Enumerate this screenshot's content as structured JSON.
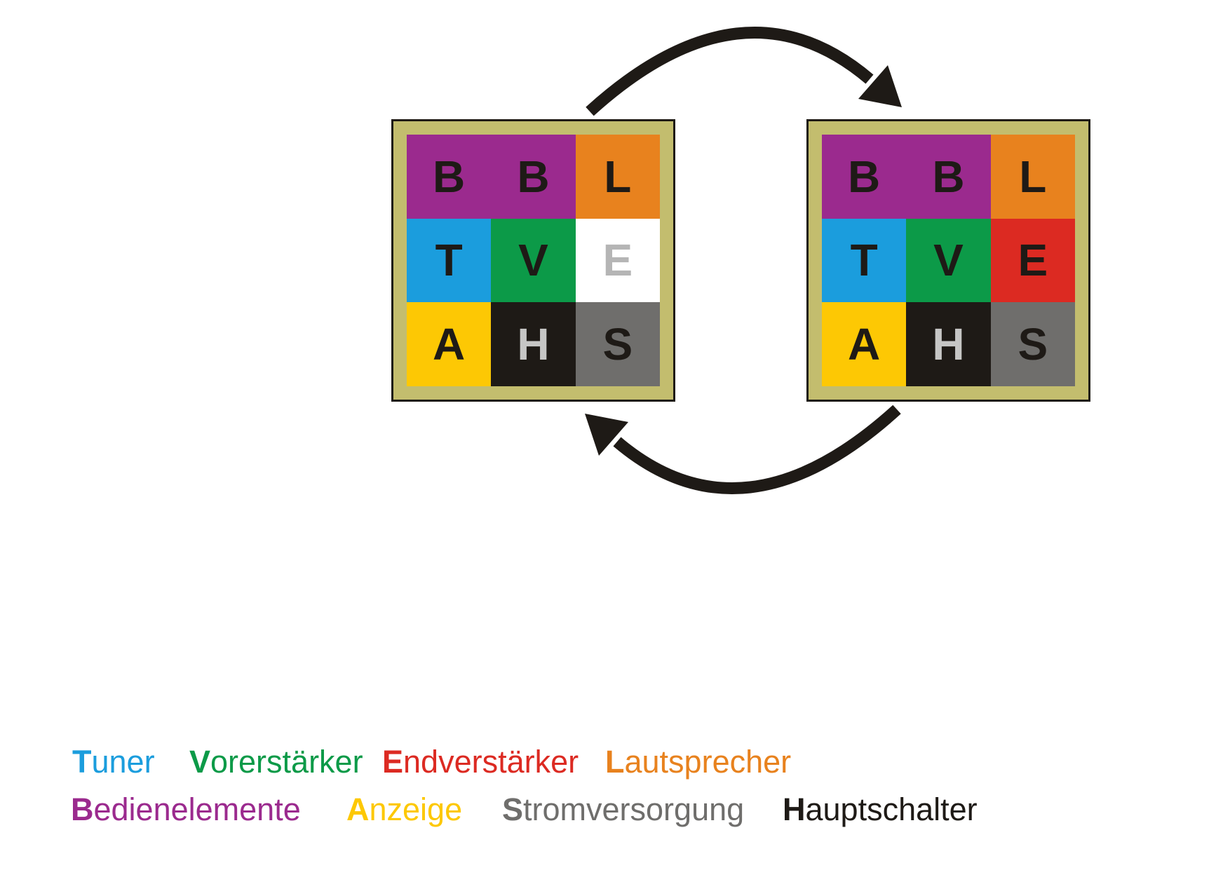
{
  "diagram": {
    "arrow_color": "#1e1a16",
    "frame_color": "#c3bd6e",
    "frame_border_color": "#1e1a16",
    "grids": [
      {
        "name": "left-grid",
        "rows": [
          [
            {
              "letter": "B",
              "bg": "#9b2a8e",
              "fg": "#1e1a16"
            },
            {
              "letter": "B",
              "bg": "#9b2a8e",
              "fg": "#1e1a16"
            },
            {
              "letter": "L",
              "bg": "#e8821e",
              "fg": "#1e1a16"
            }
          ],
          [
            {
              "letter": "T",
              "bg": "#1b9ddd",
              "fg": "#1e1a16"
            },
            {
              "letter": "V",
              "bg": "#0c9a48",
              "fg": "#1e1a16"
            },
            {
              "letter": "E",
              "bg": "#ffffff",
              "fg": "#b5b5b5"
            }
          ],
          [
            {
              "letter": "A",
              "bg": "#fdc804",
              "fg": "#1e1a16"
            },
            {
              "letter": "H",
              "bg": "#1e1a16",
              "fg": "#c6c6c5"
            },
            {
              "letter": "S",
              "bg": "#6f6e6c",
              "fg": "#1e1a16"
            }
          ]
        ]
      },
      {
        "name": "right-grid",
        "rows": [
          [
            {
              "letter": "B",
              "bg": "#9b2a8e",
              "fg": "#1e1a16"
            },
            {
              "letter": "B",
              "bg": "#9b2a8e",
              "fg": "#1e1a16"
            },
            {
              "letter": "L",
              "bg": "#e8821e",
              "fg": "#1e1a16"
            }
          ],
          [
            {
              "letter": "T",
              "bg": "#1b9ddd",
              "fg": "#1e1a16"
            },
            {
              "letter": "V",
              "bg": "#0c9a48",
              "fg": "#1e1a16"
            },
            {
              "letter": "E",
              "bg": "#dc2a22",
              "fg": "#1e1a16"
            }
          ],
          [
            {
              "letter": "A",
              "bg": "#fdc804",
              "fg": "#1e1a16"
            },
            {
              "letter": "H",
              "bg": "#1e1a16",
              "fg": "#c6c6c5"
            },
            {
              "letter": "S",
              "bg": "#6f6e6c",
              "fg": "#1e1a16"
            }
          ]
        ]
      }
    ]
  },
  "legend": {
    "rows": [
      [
        {
          "key": "tuner",
          "text": "Tuner",
          "color": "#1b9ddd"
        },
        {
          "key": "vorerstaerker",
          "text": "Vorerstärker",
          "color": "#0c9a48"
        },
        {
          "key": "endverstaerker",
          "text": "Endverstärker",
          "color": "#dc2a22"
        },
        {
          "key": "lautsprecher",
          "text": "Lautsprecher",
          "color": "#e8821e"
        }
      ],
      [
        {
          "key": "bedienelemente",
          "text": "Bedienelemente",
          "color": "#9b2a8e"
        },
        {
          "key": "anzeige",
          "text": "Anzeige",
          "color": "#fdc804"
        },
        {
          "key": "stromversorgung",
          "text": "Stromversorgung",
          "color": "#6f6e6c"
        },
        {
          "key": "hauptschalter",
          "text": "Hauptschalter",
          "color": "#1e1a16"
        }
      ]
    ]
  }
}
